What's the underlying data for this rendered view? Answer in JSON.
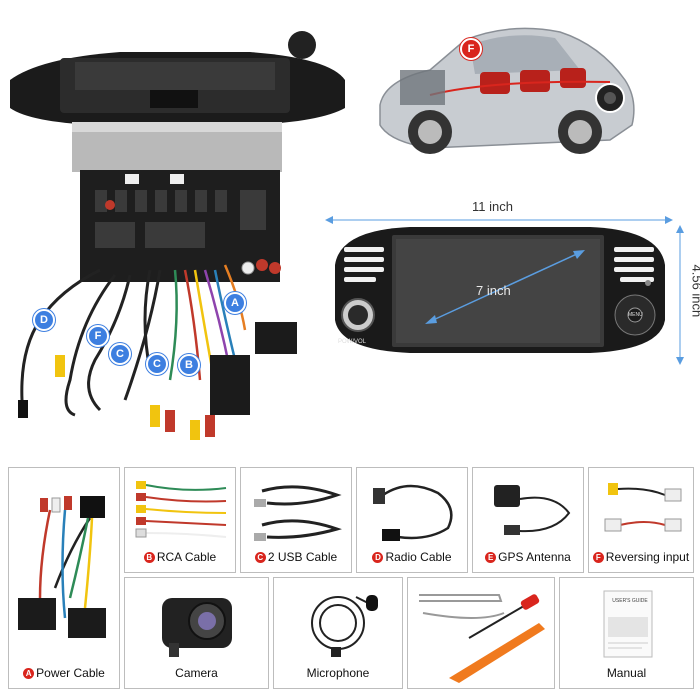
{
  "dimensions": {
    "width_label": "11 inch",
    "height_label": "4.56 inch",
    "diagonal_label": "7 inch"
  },
  "radio_panel": {
    "knob_label": "POW/VOL",
    "menu_label": "MENU"
  },
  "wiring_badges": [
    "A",
    "B",
    "C",
    "C",
    "D",
    "F"
  ],
  "car_badge": "F",
  "accessories": [
    {
      "id": "A",
      "name": "Power Cable"
    },
    {
      "id": "B",
      "name": "RCA Cable"
    },
    {
      "id": "C",
      "name": "2 USB Cable"
    },
    {
      "id": "D",
      "name": "Radio Cable"
    },
    {
      "id": "E",
      "name": "GPS Antenna"
    },
    {
      "id": "F",
      "name": "Reversing input"
    },
    {
      "id": "",
      "name": "Camera"
    },
    {
      "id": "",
      "name": "Microphone"
    },
    {
      "id": "",
      "name": "Manual"
    }
  ],
  "manual_cover_title": "USER'S GUIDE",
  "colors": {
    "badge_blue": "#3d7fe0",
    "badge_red": "#d9251d",
    "dimension_arrow": "#5a9de0"
  }
}
